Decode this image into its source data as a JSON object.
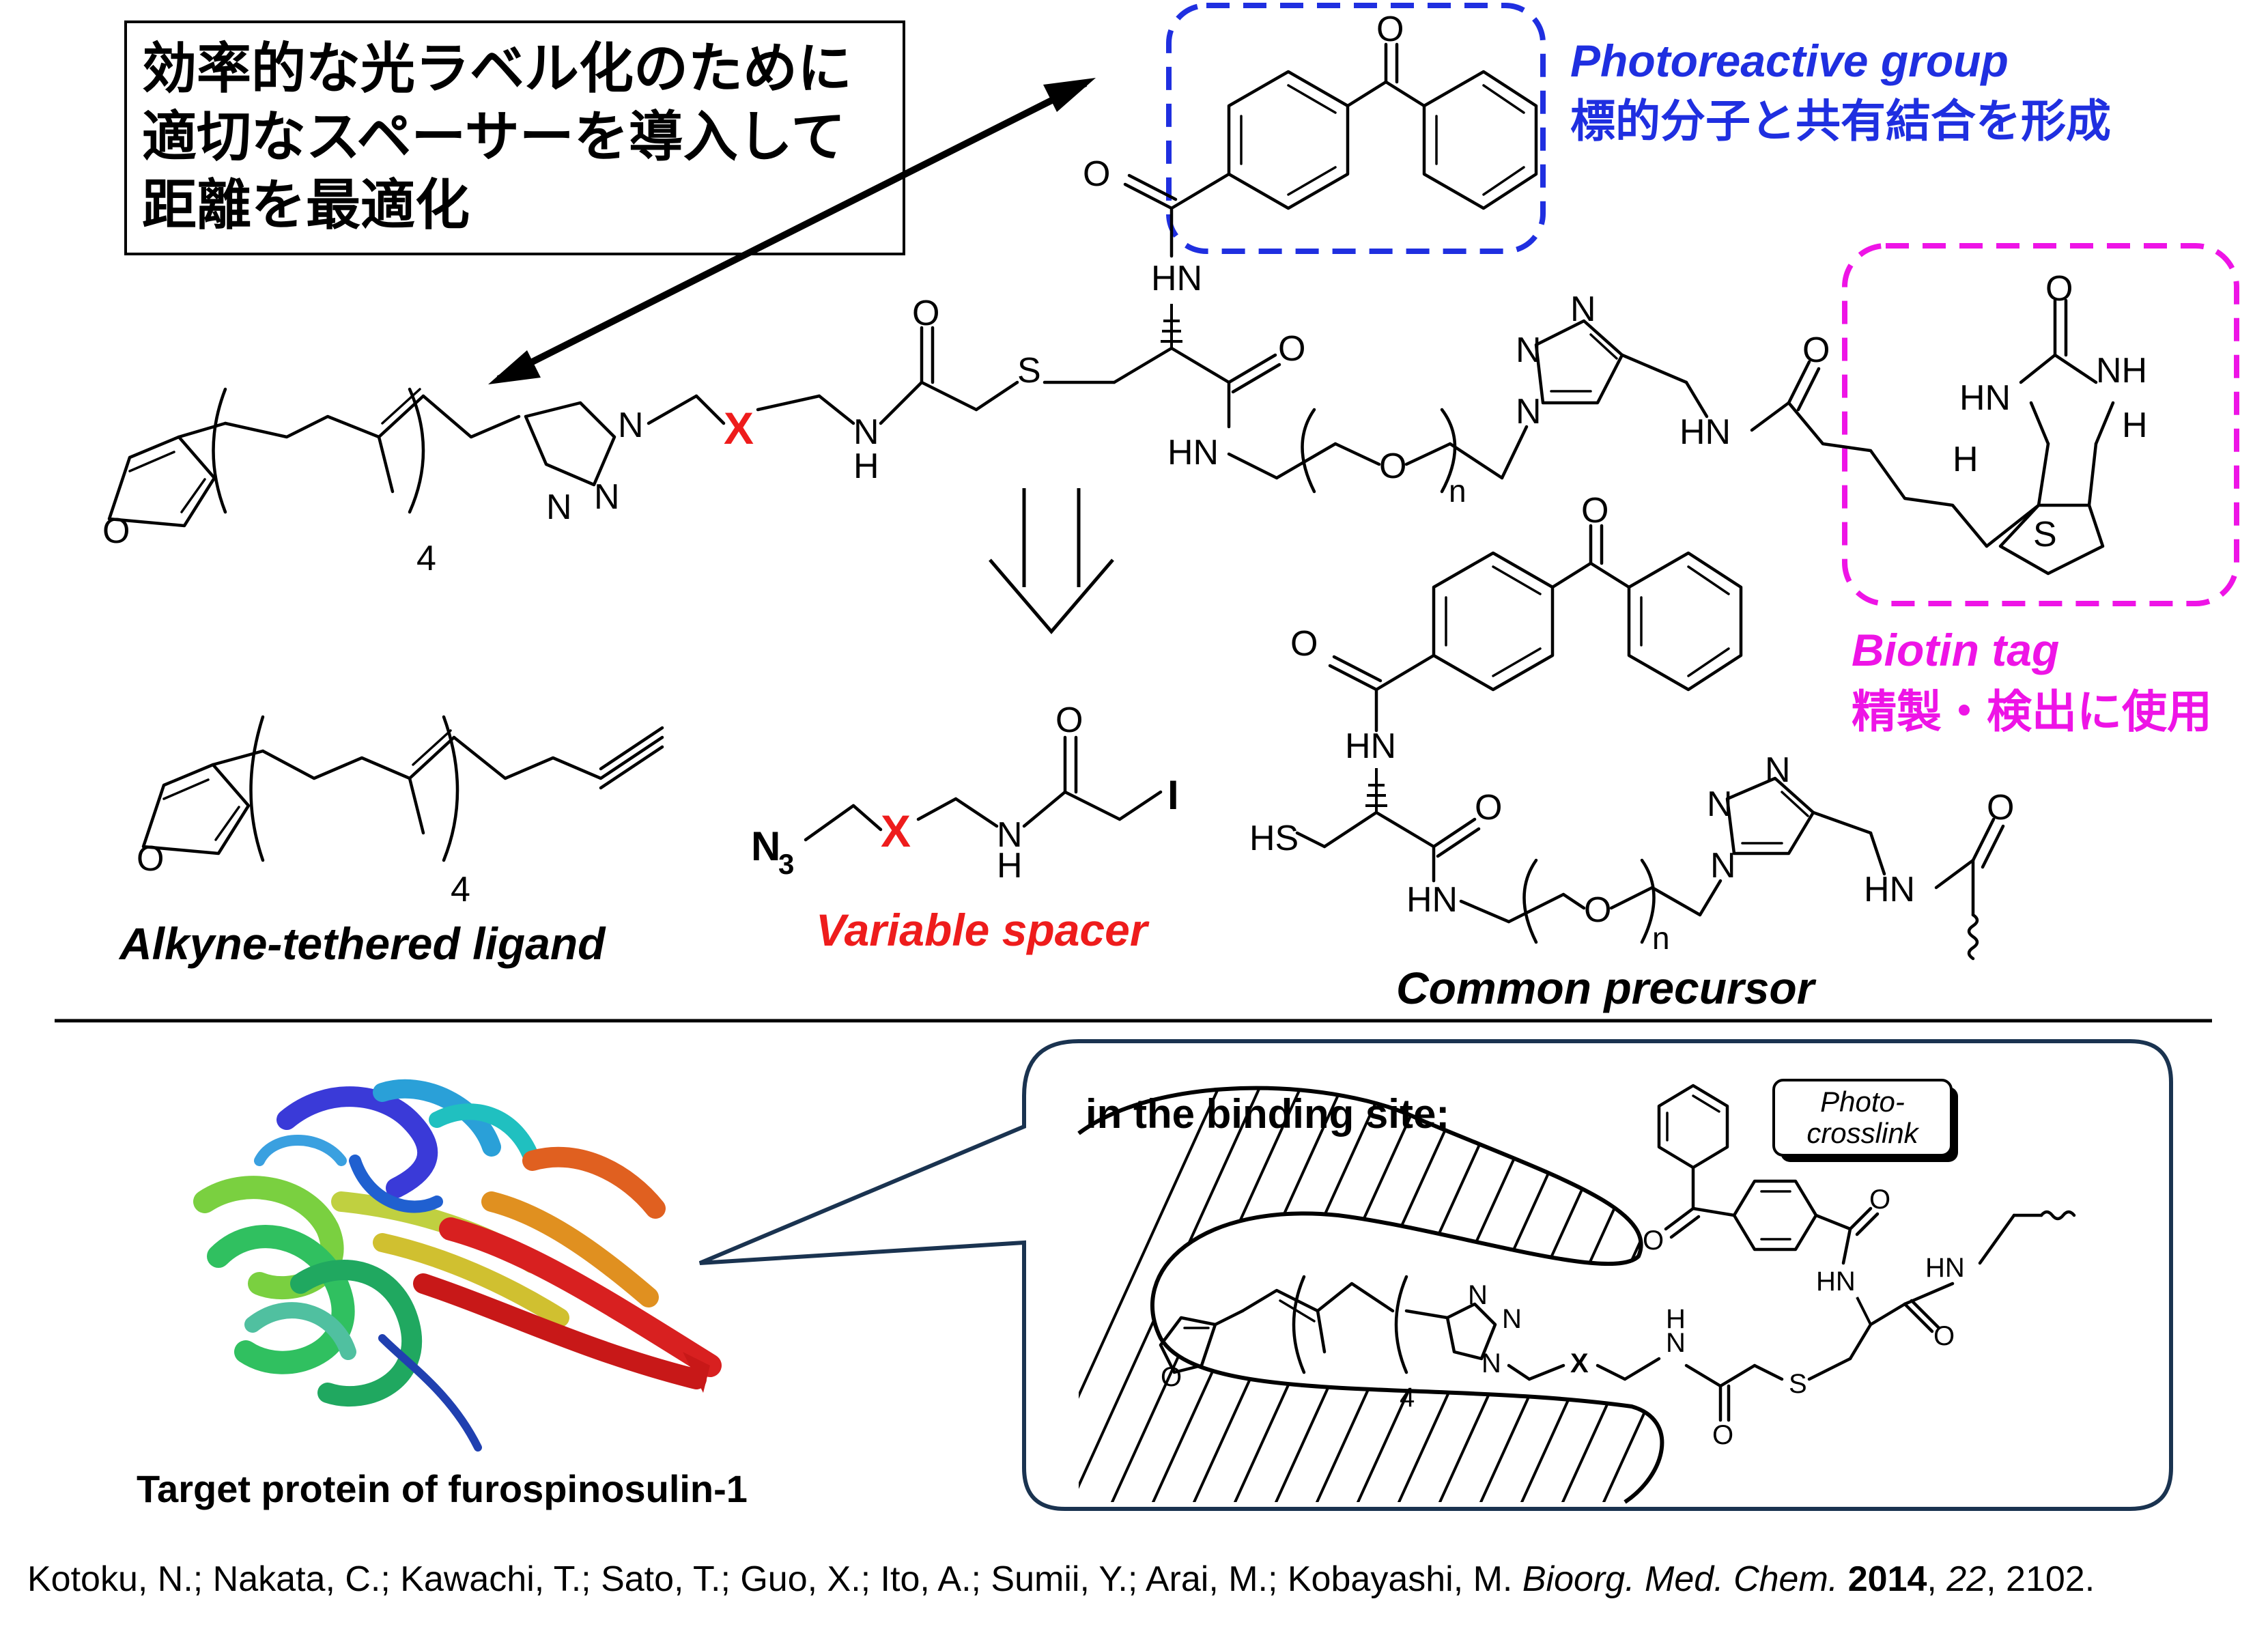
{
  "colors": {
    "black": "#000000",
    "blue": "#1f2fe0",
    "magenta": "#ee14e6",
    "red": "#ee1c1c",
    "navy": "#1a3350",
    "white": "#ffffff"
  },
  "callout_jp": {
    "line1": "効率的な光ラベル化のために",
    "line2": "適切なスペーサーを導入して",
    "line3": "距離を最適化"
  },
  "photoreactive": {
    "title": "Photoreactive group",
    "subtitle": "標的分子と共有結合を形成"
  },
  "biotin": {
    "title": "Biotin tag",
    "subtitle": "精製・検出に使用"
  },
  "atoms": {
    "O": "O",
    "N": "N",
    "S": "S",
    "H": "H",
    "X": "X",
    "HN": "HN",
    "NH": "NH",
    "HS": "HS",
    "I": "I",
    "N3": "N",
    "sub3": "3",
    "sub4": "4",
    "subn": "n"
  },
  "labels": {
    "alkyne_ligand": "Alkyne-tethered ligand",
    "variable_spacer": "Variable spacer",
    "common_precursor": "Common precursor",
    "binding_site": "in the binding site:",
    "photo_crosslink_1": "Photo-",
    "photo_crosslink_2": "crosslink",
    "protein_caption": "Target protein of furospinosulin-1"
  },
  "reference": {
    "authors": "Kotoku, N.; Nakata, C.; Kawachi, T.;  Sato, T.; Guo, X.; Ito, A.; Sumii, Y.; Arai, M.; Kobayashi, M. ",
    "journal": "Bioorg. Med. Chem.",
    "year": "2014",
    "volume": "22",
    "pages": "2102."
  },
  "icons": {
    "double_arrow": "double-headed-arrow-icon",
    "retro_arrow": "retrosynthesis-arrow-icon",
    "protein": "protein-ribbon-image"
  }
}
